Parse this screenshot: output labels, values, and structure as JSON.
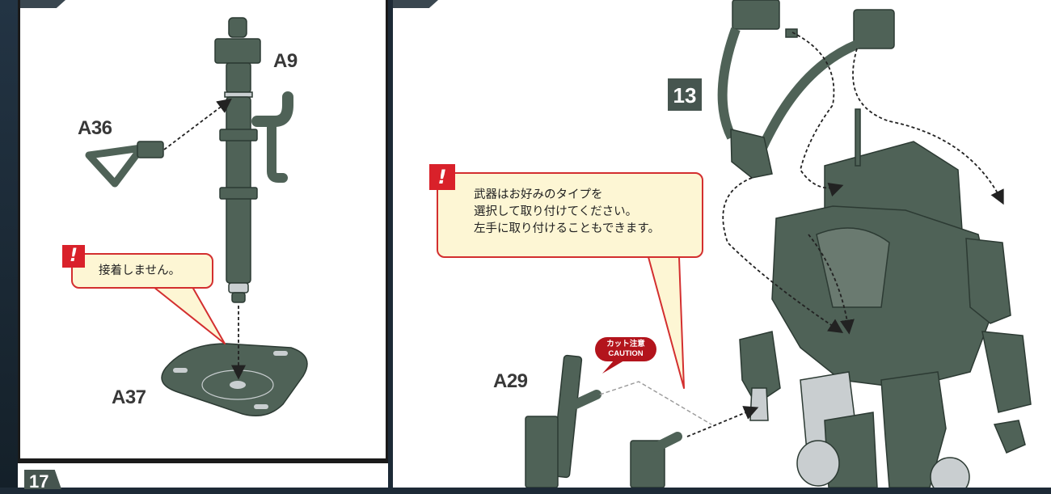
{
  "left_panel": {
    "labels": {
      "a9": "A9",
      "a36": "A36",
      "a37": "A37"
    },
    "callout": {
      "mark": "!",
      "text": "接着しません。"
    }
  },
  "bottom_panel": {
    "step_number": "17"
  },
  "right_panel": {
    "step_number": "13",
    "labels": {
      "a29": "A29"
    },
    "callout": {
      "mark": "!",
      "lines": [
        "武器はお好みのタイプを",
        "選択して取り付けてください。",
        "左手に取り付けることもできます。"
      ]
    },
    "caution": {
      "jp": "カット注意",
      "en": "CAUTION"
    }
  },
  "colors": {
    "part": "#4f6257",
    "part_dark": "#2c3a33",
    "part_light": "#c9ced0",
    "callout_border": "#d32f2f",
    "callout_fill": "#fdf6d4"
  }
}
